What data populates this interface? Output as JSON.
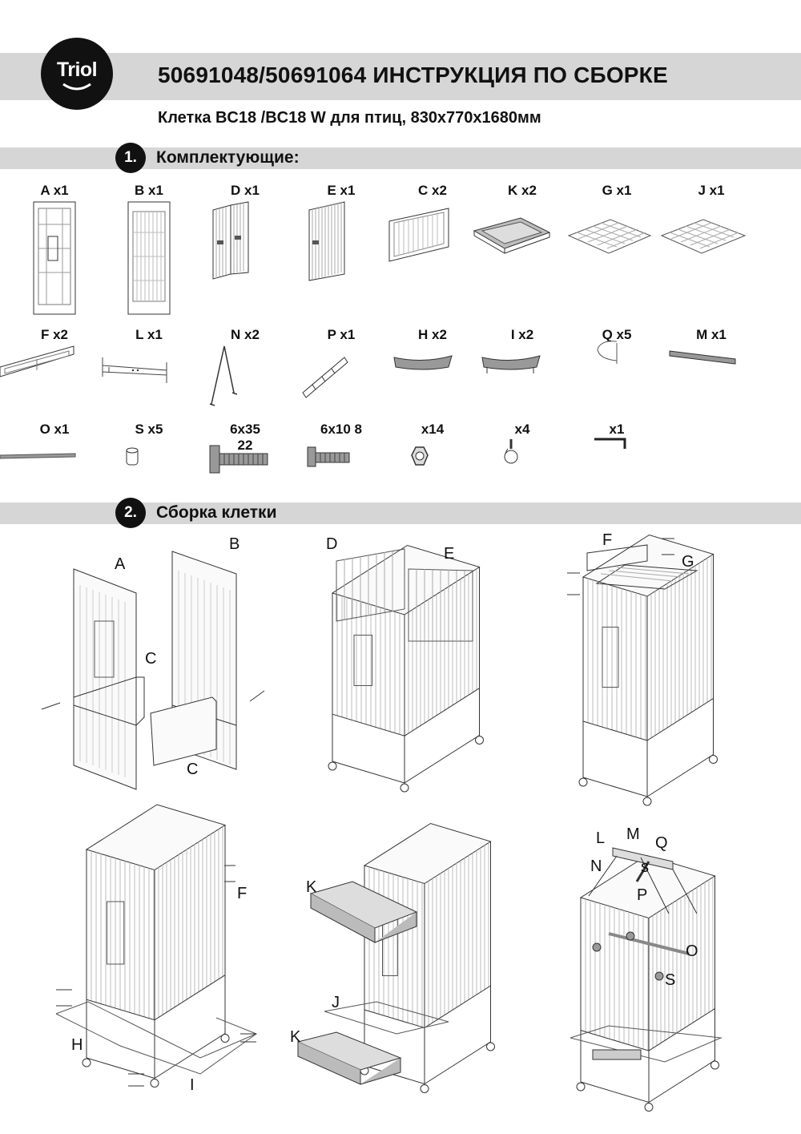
{
  "header": {
    "logo_text": "Triol",
    "title": "50691048/50691064 ИНСТРУКЦИЯ ПО СБОРКЕ",
    "subtitle": "Клетка BC18 /BC18 W  для птиц, 830x770x1680мм"
  },
  "sections": [
    {
      "number": "1.",
      "title": "Комплектующие:"
    },
    {
      "number": "2.",
      "title": "Сборка клетки"
    }
  ],
  "parts": [
    "A x1",
    "B x1",
    "D x1",
    "E x1",
    "C x2",
    "K x2",
    "G x1",
    "J x1",
    "F x2",
    "L x1",
    "N x2",
    "P x1",
    "H x2",
    "I x2",
    "Q x5",
    "M x1",
    "O x1",
    "S x5",
    "6x35 22",
    "6x10 8",
    "x14",
    "x4",
    "x1"
  ],
  "diagram_labels": {
    "step1": [
      "A",
      "B",
      "C",
      "C"
    ],
    "step2": [
      "D",
      "E"
    ],
    "step3": [
      "F",
      "G"
    ],
    "step4": [
      "F",
      "H",
      "I"
    ],
    "step5": [
      "K",
      "J",
      "K"
    ],
    "step6": [
      "L",
      "M",
      "Q",
      "N",
      "s",
      "P",
      "O",
      "S"
    ]
  },
  "colors": {
    "band": "#d6d6d6",
    "ink": "#111111",
    "fill_gray": "#9a9a9a"
  }
}
